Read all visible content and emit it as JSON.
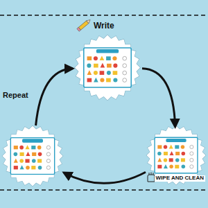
{
  "diagram": {
    "nodes": [
      {
        "text": [
          "Write"
        ]
      },
      {
        "text": [
          "WIPE AND CLEAN"
        ]
      },
      {
        "text": [
          "Repeat"
        ]
      }
    ],
    "edges": [
      {
        "from": 0,
        "to": 1,
        "arrow": "to"
      },
      {
        "from": 1,
        "to": 2,
        "arrow": "to"
      },
      {
        "from": 2,
        "to": 0,
        "arrow": "to"
      }
    ]
  }
}
